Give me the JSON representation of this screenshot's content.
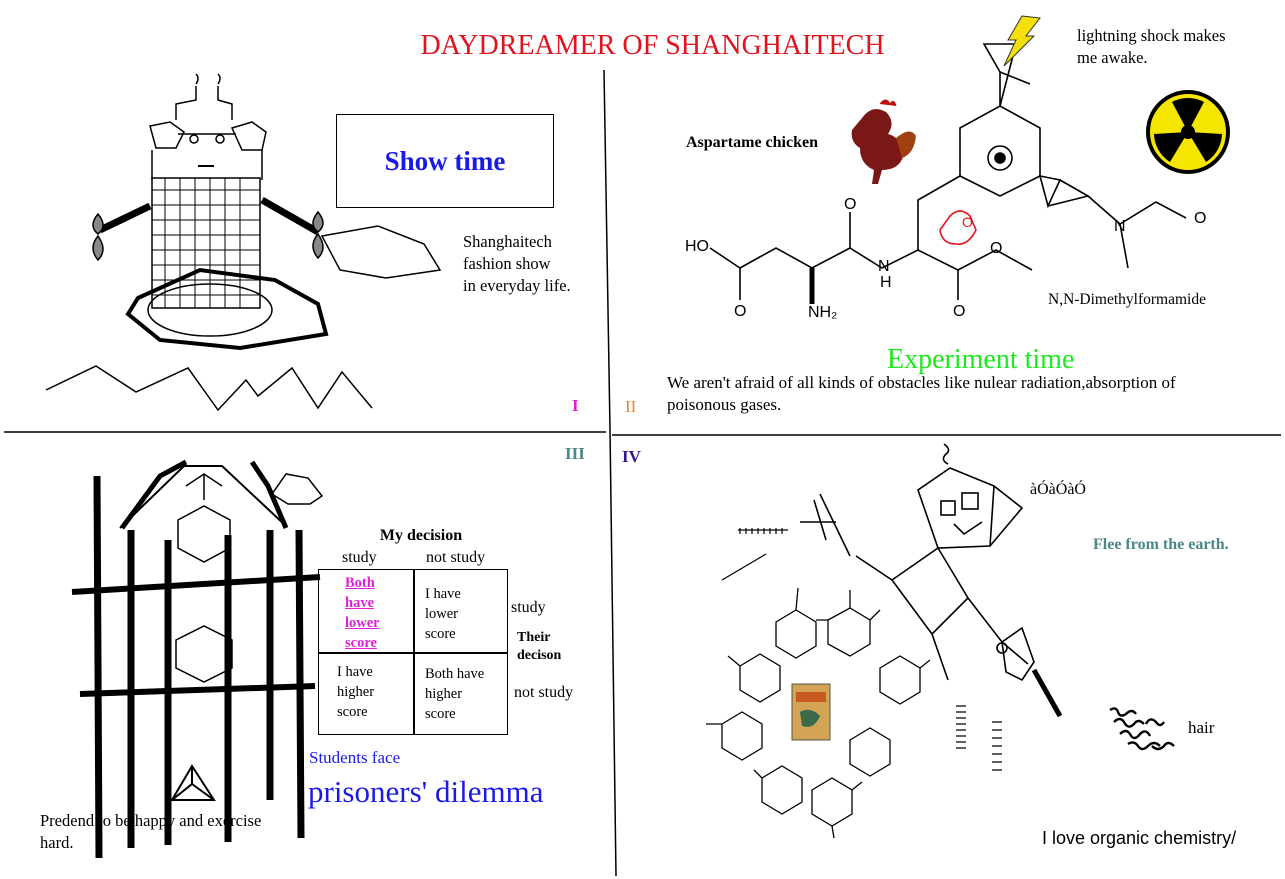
{
  "title": "DAYDREAMER OF SHANGHAITECH",
  "panel1": {
    "label": "I",
    "show_time": "Show time",
    "caption": [
      "Shanghaitech",
      "fashion show",
      "in everyday life."
    ]
  },
  "panel2": {
    "label": "II",
    "aspartame": "Aspartame chicken",
    "lightning": [
      "lightning shock makes",
      "me awake."
    ],
    "dmf": "N,N-Dimethylformamide",
    "experiment": "Experiment time",
    "obstacles": [
      "We aren't afraid of all kinds of obstacles like nulear radiation,absorption of",
      "poisonous gases."
    ],
    "atoms": {
      "ho": "HO",
      "o1": "O",
      "o2": "O",
      "o3": "O",
      "o4": "O",
      "n": "N",
      "h": "H",
      "nh2": "NH₂",
      "o5": "O",
      "n2": "N",
      "o6": "O"
    }
  },
  "panel3": {
    "label": "III",
    "decision": "My decision",
    "col1": "study",
    "col2": "not study",
    "cell_tl": [
      "Both",
      "have",
      "lower",
      "score"
    ],
    "cell_tr": [
      "I have",
      "lower",
      "score"
    ],
    "cell_bl": [
      "I have",
      "higher",
      "score"
    ],
    "cell_br": [
      "Both have",
      "higher",
      "score"
    ],
    "row1": "study",
    "row2": "not study",
    "their": [
      "Their",
      "decison"
    ],
    "students": "Students face",
    "dilemma": "prisoners' dilemma",
    "pretend": [
      "Predend to be happy and exercise",
      "hard."
    ]
  },
  "panel4": {
    "label": "IV",
    "garbled": "àÓàÓàÓ",
    "flee": "Flee from the earth.",
    "hair": "hair",
    "love": "I love organic chemistry/"
  },
  "colors": {
    "title": "#e0141e",
    "show": "#1a1ae6",
    "experiment": "#1ee81e",
    "label_i": "#e020d8",
    "label_ii": "#e8862a",
    "label_iii": "#4a8888",
    "label_iv": "#3a1a8a",
    "flee": "#4a8888"
  },
  "icons": [
    "fullerene-nanotube-figure",
    "rooster-icon",
    "lightning-icon",
    "radiation-icon",
    "crown-ether-icon",
    "molecular-cage-figure",
    "table-man-figure",
    "melamine-network-figure",
    "book-icon",
    "hair-icon"
  ]
}
